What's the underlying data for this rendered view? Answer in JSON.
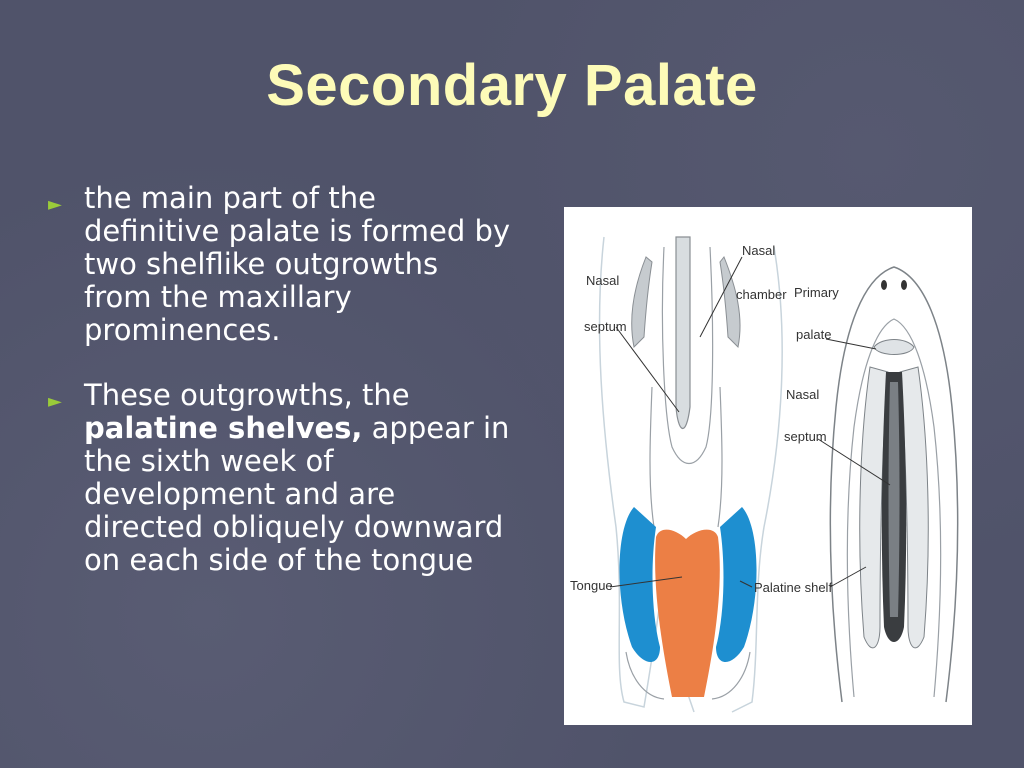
{
  "slide": {
    "title": "Secondary Palate",
    "bullets": [
      {
        "text": "the main part of the definitive palate is formed by two shelflike outgrowths from the maxillary prominences."
      },
      {
        "text_before": "These outgrowths, the ",
        "bold": "palatine shelves,",
        "text_after": " appear in the sixth week of development and are directed obliquely downward on each side of the tongue"
      }
    ]
  },
  "figure": {
    "labels": {
      "nasal_septum_left": [
        "Nasal",
        "septum"
      ],
      "nasal_chamber": [
        "Nasal",
        "chamber"
      ],
      "primary_palate": [
        "Primary",
        "palate"
      ],
      "nasal_septum_right": [
        "Nasal",
        "septum"
      ],
      "tongue": "Tongue",
      "palatine_shelf": "Palatine shelf"
    },
    "colors": {
      "shelf_blue": "#1e8fd0",
      "tongue_orange": "#ec7f45",
      "bullet_marker": "#9acb3a",
      "title": "#fdfbb8"
    }
  }
}
